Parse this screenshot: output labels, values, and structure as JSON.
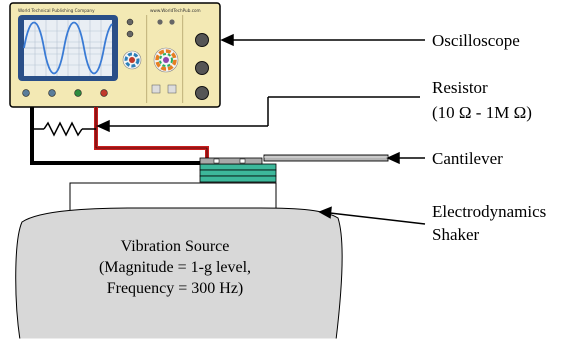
{
  "oscilloscope": {
    "brand_left": "World Technical Publishing Company",
    "brand_right": "www.WorldTechPub.com"
  },
  "labels": {
    "oscilloscope": "Oscilloscope",
    "resistor_line1": "Resistor",
    "resistor_line2": "(10  Ω - 1M  Ω)",
    "cantilever": "Cantilever",
    "shaker_line1": "Electrodynamics",
    "shaker_line2": "Shaker"
  },
  "shaker_body": {
    "line1": "Vibration Source",
    "line2": "(Magnitude = 1-g level,",
    "line3": "Frequency = 300 Hz)"
  },
  "colors": {
    "scope_body": "#f3e9b4",
    "screen_bezel": "#2a4f88",
    "screen_bg": "#e9eef4",
    "trace": "#3a7bd5",
    "wire_red": "#c81e1e",
    "wire_black": "#000000",
    "piezo_green": "#3db89b",
    "shaker_fill": "#d8d8d8",
    "cantilever_fill": "#b5b5b5"
  }
}
